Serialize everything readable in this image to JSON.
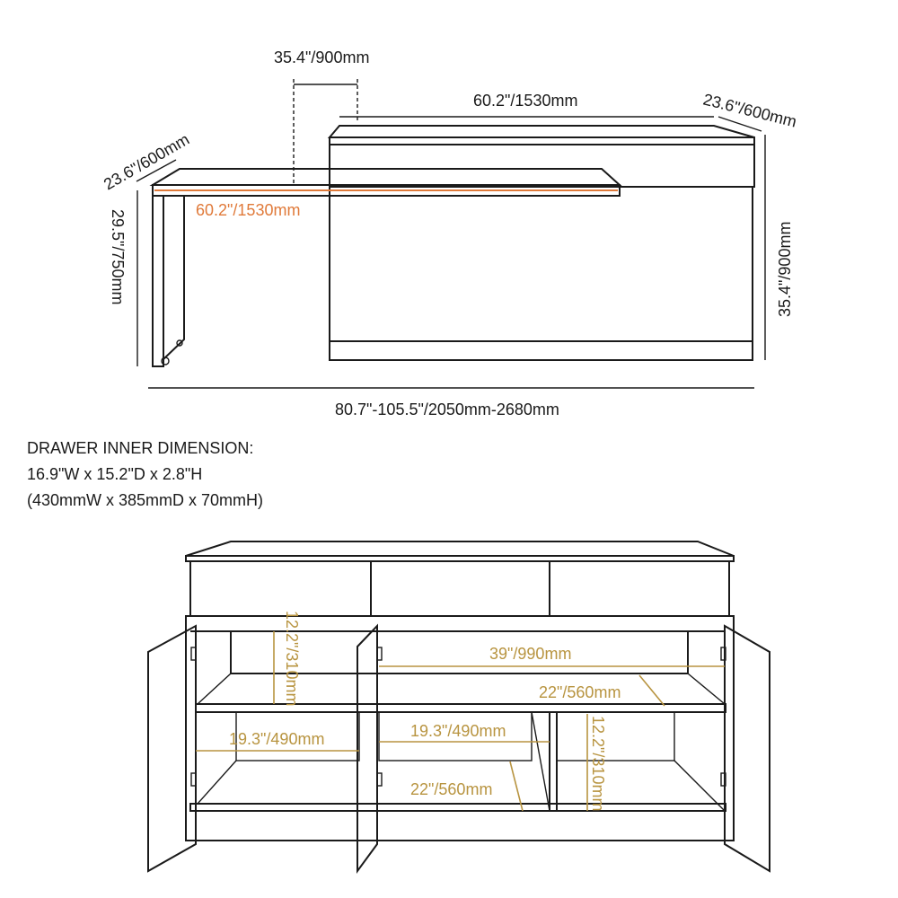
{
  "top_view": {
    "dims": {
      "extension_offset": "35.4\"/900mm",
      "cabinet_width": "60.2\"/1530mm",
      "cabinet_depth": "23.6\"/600mm",
      "desk_depth": "23.6\"/600mm",
      "desk_width": "60.2\"/1530mm",
      "desk_height": "29.5\"/750mm",
      "cabinet_height": "35.4\"/900mm",
      "total_width": "80.7\"-105.5\"/2050mm-2680mm"
    }
  },
  "drawer_note": {
    "title": "DRAWER INNER DIMENSION:",
    "imperial": "16.9\"W x 15.2\"D x 2.8\"H",
    "metric": "(430mmW x 385mmD x 70mmH)"
  },
  "bottom_view": {
    "dims": {
      "upper_left_height": "12.2\"/310mm",
      "upper_width": "39\"/990mm",
      "upper_depth": "22\"/560mm",
      "lower_left_width": "19.3\"/490mm",
      "lower_mid_width": "19.3\"/490mm",
      "lower_depth": "22\"/560mm",
      "lower_right_height": "12.2\"/310mm"
    }
  },
  "colors": {
    "line": "#1a1a1a",
    "orange": "#e07a3a",
    "gold": "#b89440"
  }
}
